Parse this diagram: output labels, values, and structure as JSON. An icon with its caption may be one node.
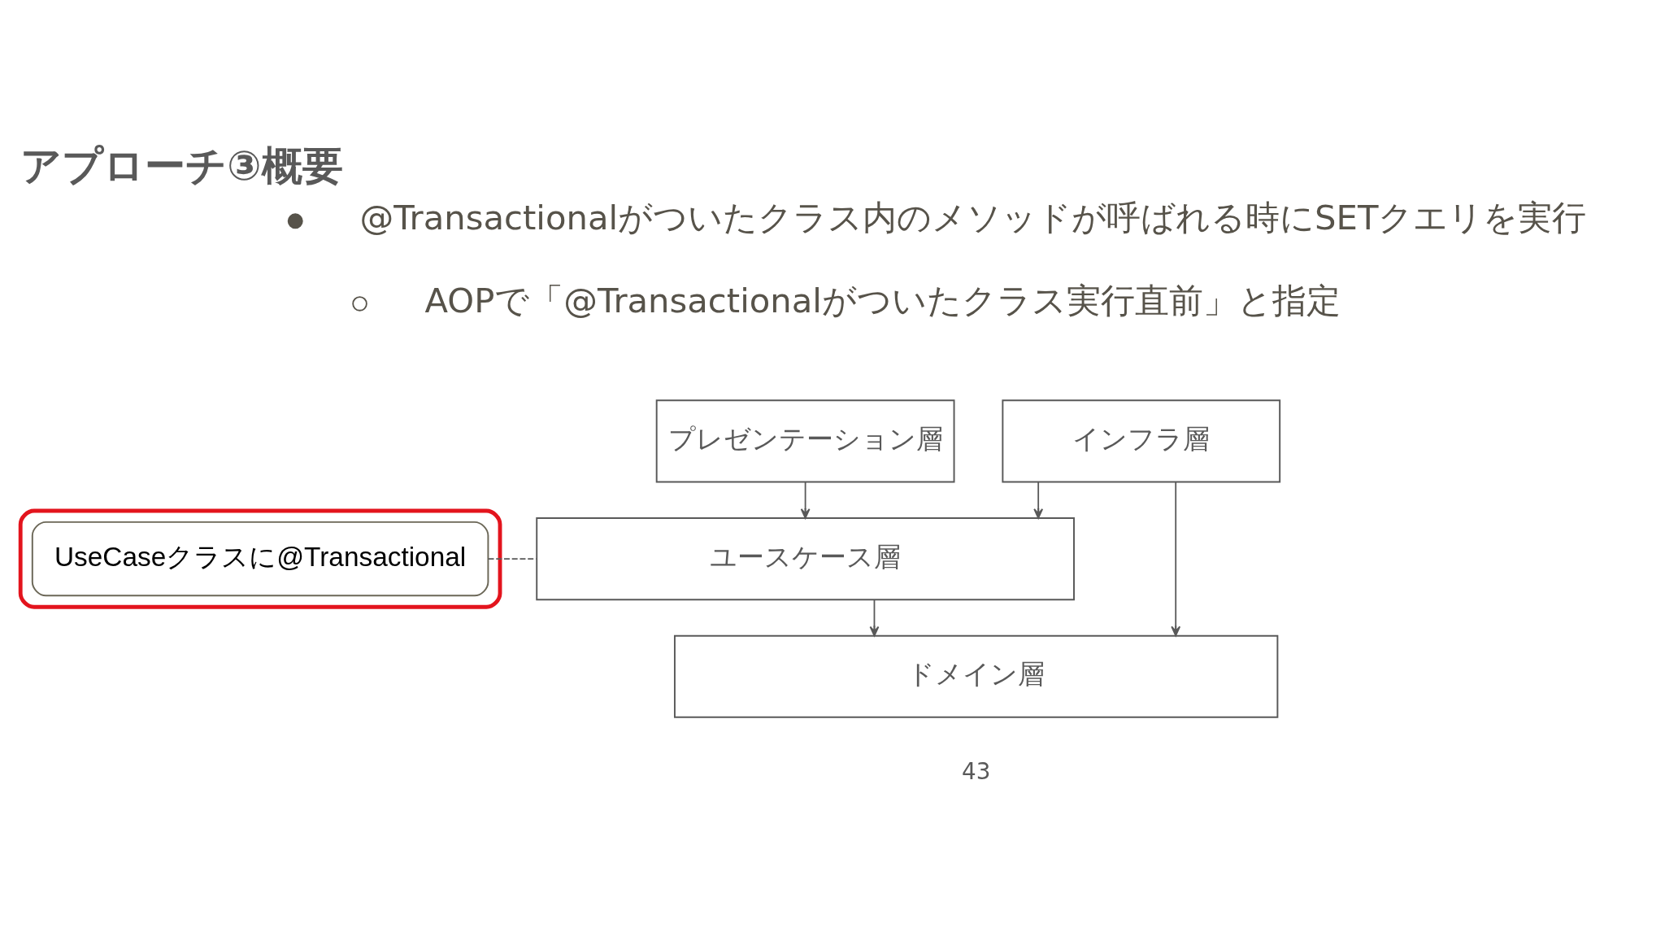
{
  "diagram": {
    "title": "アプローチ③概要",
    "nodes": [
      {
        "text": [
          "プレゼンテーション層"
        ]
      },
      {
        "text": [
          "インフラ層"
        ]
      },
      {
        "text": [],
        "shape": "box"
      },
      {
        "text": [
          "UseCaseクラスに@Transactional"
        ],
        "in": 2
      },
      {
        "text": [
          "ユースケース層"
        ]
      },
      {
        "text": [
          "ドメイン層"
        ]
      }
    ],
    "edges": [
      {
        "from": 0,
        "to": 4,
        "arrow": "to"
      },
      {
        "from": 1,
        "to": 4,
        "arrow": "to"
      },
      {
        "from": 1,
        "to": 5,
        "arrow": "to"
      },
      {
        "from": 3,
        "to": 4,
        "arrow": "none",
        "style": "dashed"
      },
      {
        "from": 4,
        "to": 5,
        "arrow": "to"
      }
    ],
    "labels": [
      "@Transactionalがついたクラス内のメソッドが呼ばれる時にSETクエリを実行",
      "AOPで「@Transactionalがついたクラス実行直前」と指定",
      "43"
    ]
  }
}
